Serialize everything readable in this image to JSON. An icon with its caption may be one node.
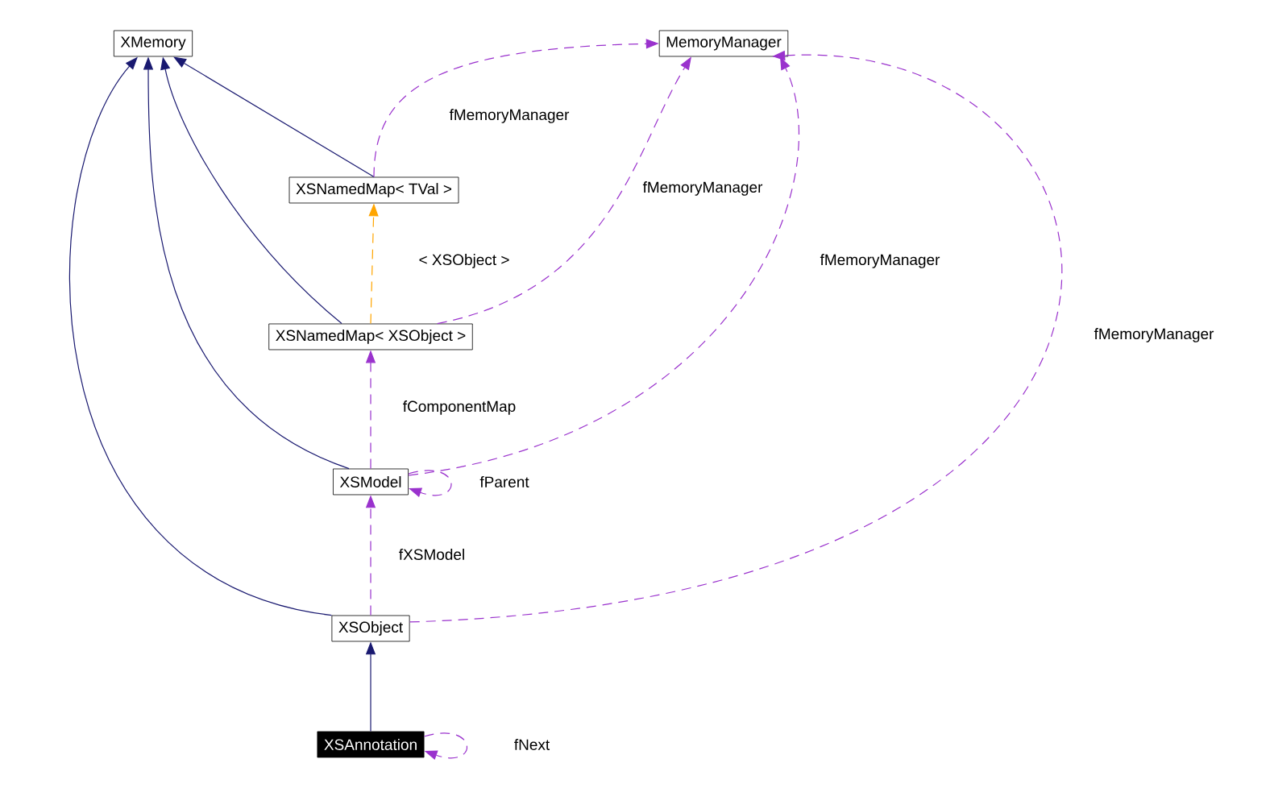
{
  "diagram": {
    "nodes": [
      {
        "text": [
          "XMemory"
        ]
      },
      {
        "text": [
          "MemoryManager"
        ]
      },
      {
        "text": [
          "XSNamedMap< TVal >"
        ]
      },
      {
        "text": [
          "XSNamedMap< XSObject >"
        ]
      },
      {
        "text": [
          "XSModel"
        ]
      },
      {
        "text": [
          "XSObject"
        ]
      },
      {
        "text": [
          "XSAnnotation"
        ]
      }
    ],
    "edges": [
      {
        "from": 2,
        "to": 0,
        "arrow": "to",
        "color": "#191970"
      },
      {
        "from": 3,
        "to": 0,
        "arrow": "to",
        "color": "#191970"
      },
      {
        "from": 4,
        "to": 0,
        "arrow": "to",
        "color": "#191970"
      },
      {
        "from": 5,
        "to": 0,
        "arrow": "to",
        "color": "#191970"
      },
      {
        "from": 6,
        "to": 5,
        "arrow": "to",
        "color": "#191970"
      },
      {
        "from": 2,
        "to": 1,
        "arrow": "to",
        "style": "dashed",
        "label": "fMemoryManager"
      },
      {
        "from": 3,
        "to": 1,
        "arrow": "to",
        "style": "dashed",
        "label": "fMemoryManager"
      },
      {
        "from": 4,
        "to": 1,
        "arrow": "to",
        "style": "dashed",
        "label": "fMemoryManager"
      },
      {
        "from": 5,
        "to": 1,
        "arrow": "to",
        "style": "dashed",
        "label": "fMemoryManager"
      },
      {
        "from": 3,
        "to": 2,
        "arrow": "to",
        "style": "dashed",
        "color": "#ffa500",
        "label": "< XSObject >"
      },
      {
        "from": 4,
        "to": 3,
        "arrow": "to",
        "style": "dashed",
        "label": "fComponentMap"
      },
      {
        "from": 4,
        "to": 4,
        "arrow": "to",
        "style": "dashed",
        "label": "fParent"
      },
      {
        "from": 5,
        "to": 4,
        "arrow": "to",
        "style": "dashed",
        "label": "fXSModel"
      },
      {
        "from": 6,
        "to": 6,
        "arrow": "to",
        "style": "dashed",
        "label": "fNext"
      }
    ]
  }
}
